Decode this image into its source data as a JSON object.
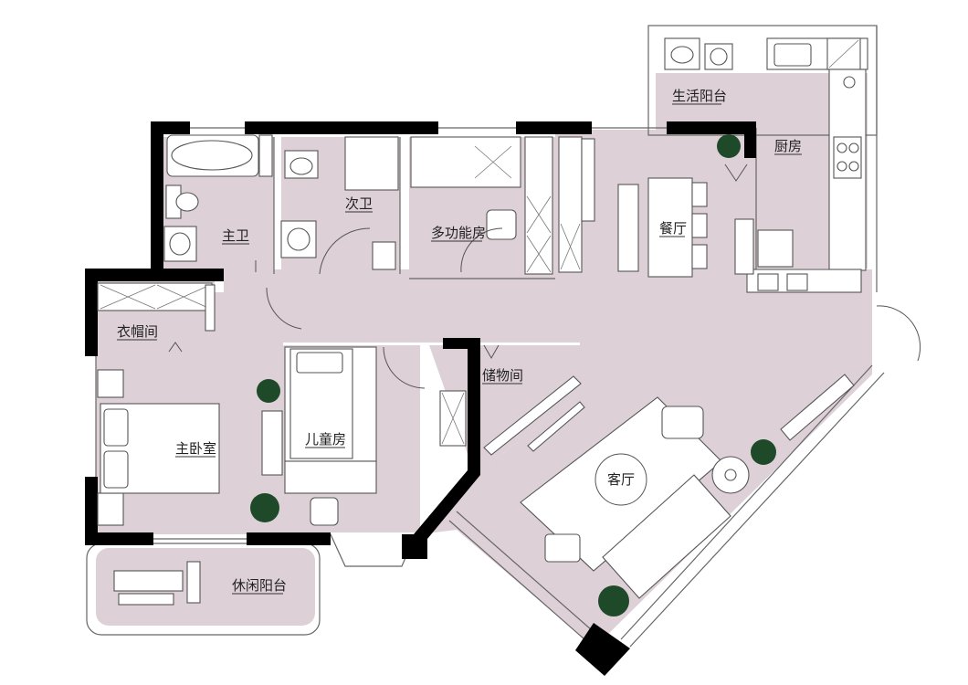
{
  "colors": {
    "floor": "#ddd0d6",
    "wall": "#000000",
    "outdoor": "#ffffff"
  },
  "rooms": {
    "shenghuo_yangtai": "生活阳台",
    "chufang": "厨房",
    "ciwei": "次卫",
    "zhuwei": "主卫",
    "duogongnengfang": "多功能房",
    "canting": "餐厅",
    "yimaojian": "衣帽间",
    "zhuwoshi": "主卧室",
    "ertongfang": "儿童房",
    "chuwujian": "储物间",
    "keting": "客厅",
    "xiuxian_yangtai": "休闲阳台"
  }
}
